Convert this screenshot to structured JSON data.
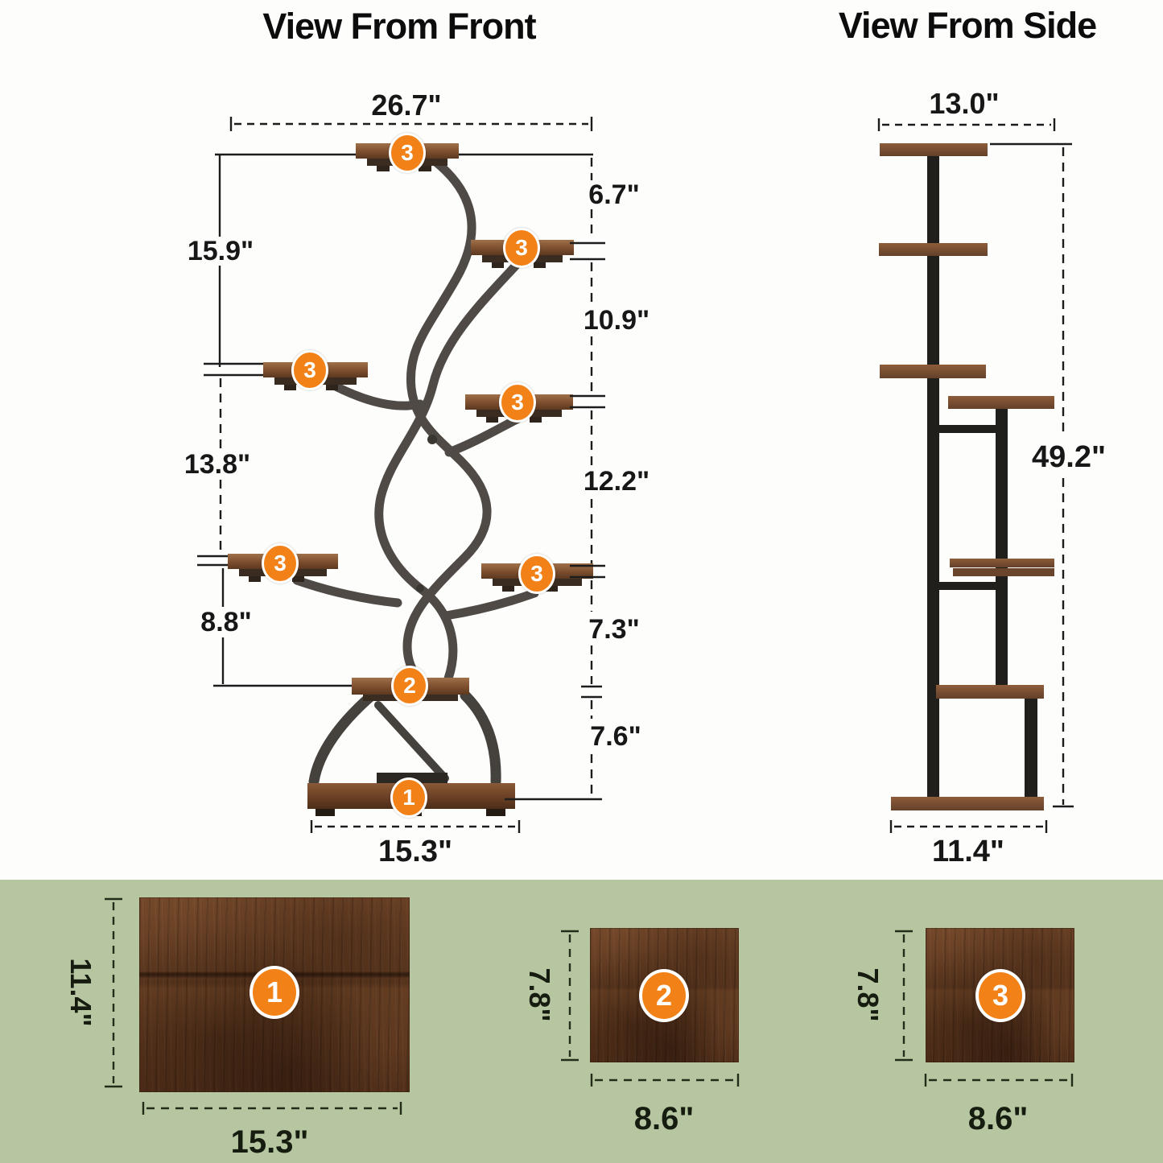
{
  "titles": {
    "front": "View From Front",
    "side": "View From Side"
  },
  "front_view": {
    "dims": {
      "top_width": "26.7\"",
      "left_upper": "15.9\"",
      "right_1": "6.7\"",
      "right_2": "10.9\"",
      "left_mid": "13.8\"",
      "right_3": "12.2\"",
      "left_lower": "8.8\"",
      "right_4": "7.3\"",
      "right_5": "7.6\"",
      "bottom_width": "15.3\""
    },
    "badges": [
      "3",
      "3",
      "3",
      "3",
      "3",
      "3",
      "2",
      "1"
    ]
  },
  "side_view": {
    "dims": {
      "top_width": "13.0\"",
      "height": "49.2\"",
      "bottom_width": "11.4\""
    }
  },
  "panels": [
    {
      "number": "1",
      "width_label": "15.3\"",
      "height_label": "11.4\""
    },
    {
      "number": "2",
      "width_label": "8.6\"",
      "height_label": "7.8\""
    },
    {
      "number": "3",
      "width_label": "8.6\"",
      "height_label": "7.8\""
    }
  ]
}
